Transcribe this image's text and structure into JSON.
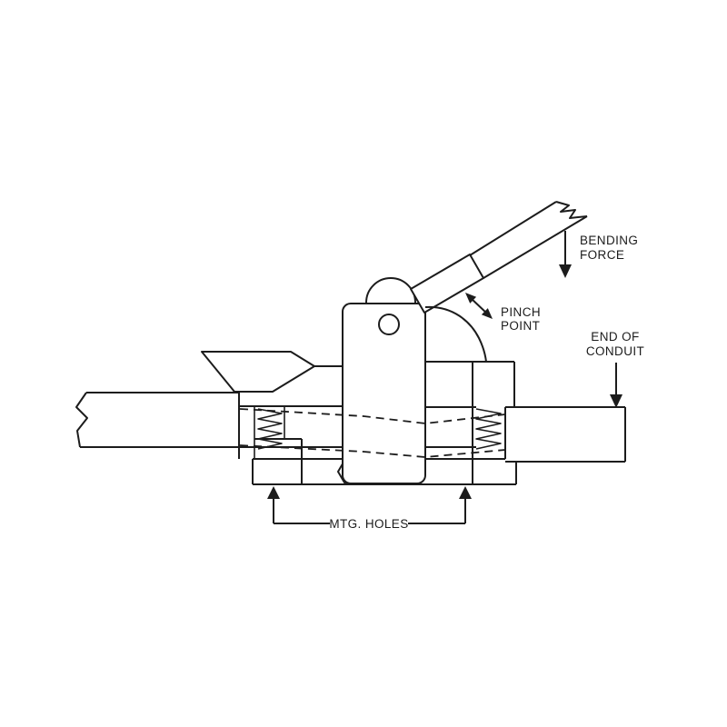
{
  "diagram": {
    "colors": {
      "line": "#1c1c1c",
      "background": "#ffffff"
    },
    "labels": {
      "bending_force": {
        "line1": "BENDING",
        "line2": "FORCE"
      },
      "pinch_point": {
        "line1": "PINCH",
        "line2": "POINT"
      },
      "end_of_conduit": {
        "line1": "END OF",
        "line2": "CONDUIT"
      },
      "mtg_holes": "MTG. HOLES"
    }
  }
}
